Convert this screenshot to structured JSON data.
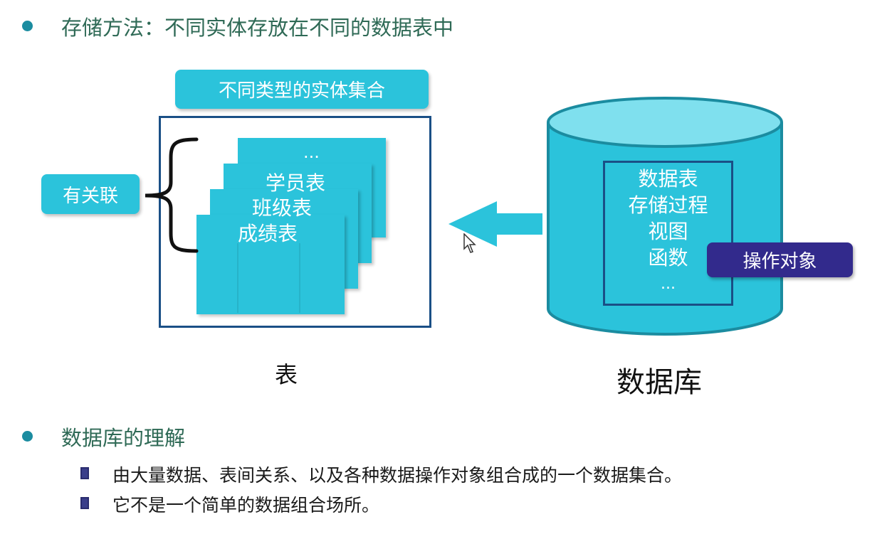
{
  "heading1": "存储方法：不同实体存放在不同的数据表中",
  "entity_set_label": "不同类型的实体集合",
  "related_label": "有关联",
  "table_cards": [
    "...",
    "学员表",
    "班级表",
    "成绩表"
  ],
  "table_caption": "表",
  "database_items": [
    "数据表",
    "存储过程",
    "视图",
    "函数",
    "..."
  ],
  "operation_label": "操作对象",
  "database_caption": "数据库",
  "heading2": "数据库的理解",
  "sub_items": [
    "由大量数据、表间关系、以及各种数据操作对象组合成的一个数据集合。",
    "它不是一个简单的数据组合场所。"
  ],
  "colors": {
    "cyan": "#2bc3db",
    "navy_border": "#1a4f86",
    "badge_purple": "#322a8c",
    "bullet_teal": "#1b8ca0",
    "heading_green": "#2f6a56"
  }
}
